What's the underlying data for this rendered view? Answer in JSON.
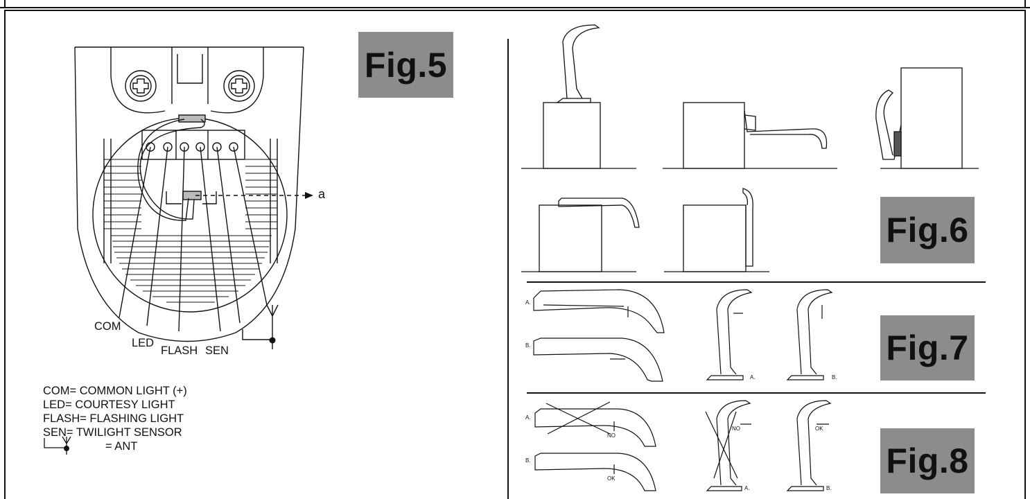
{
  "figures": {
    "fig5": "Fig.5",
    "fig6": "Fig.6",
    "fig7": "Fig.7",
    "fig8": "Fig.8"
  },
  "fig5_wiring": {
    "callout": "a",
    "terminals": [
      "COM",
      "LED",
      "FLASH",
      "SEN"
    ],
    "legend": [
      "COM= COMMON LIGHT (+)",
      "LED= COURTESY LIGHT",
      "FLASH= FLASHING LIGHT",
      "SEN= TWILIGHT SENSOR",
      "= ANT"
    ]
  },
  "fig7_labels": {
    "row_a": "A.",
    "row_b": "B.",
    "side_a": "A.",
    "side_b": "B."
  },
  "fig8_labels": {
    "row_a": "A.",
    "row_b": "B.",
    "no": "NO",
    "ok": "OK",
    "side_a": "A.",
    "side_b": "B.",
    "no_side": "NO",
    "ok_side": "OK"
  }
}
